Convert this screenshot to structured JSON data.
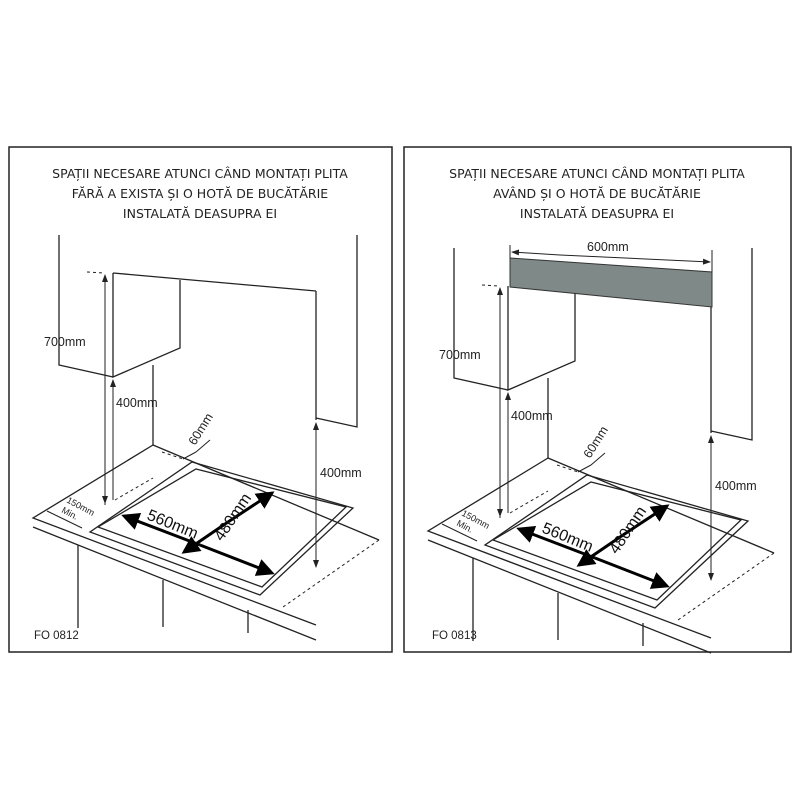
{
  "panels": [
    {
      "title_lines": [
        "SPAȚII NECESARE ATUNCI CÂND MONTAȚI PLITA",
        "FĂRĂ A EXISTA ȘI O HOTĂ DE BUCĂTĂRIE",
        "INSTALATĂ DEASUPRA EI"
      ],
      "dim_700": "700mm",
      "dim_400_left": "400mm",
      "dim_400_right": "400mm",
      "dim_60": "60mm",
      "dim_560": "560mm",
      "dim_480": "480mm",
      "dim_150": "150mm",
      "dim_min": "Min.",
      "code": "FO 0812"
    },
    {
      "title_lines": [
        "SPAȚII NECESARE ATUNCI CÂND MONTAȚI PLITA",
        "AVÂND ȘI O HOTĂ DE BUCĂTĂRIE",
        "INSTALATĂ DEASUPRA EI"
      ],
      "dim_600": "600mm",
      "dim_700": "700mm",
      "dim_400_left": "400mm",
      "dim_400_right": "400mm",
      "dim_60": "60mm",
      "dim_560": "560mm",
      "dim_480": "480mm",
      "dim_150": "150mm",
      "dim_min": "Min.",
      "code": "FO 0813",
      "hood_color": "#7f8a88"
    }
  ]
}
